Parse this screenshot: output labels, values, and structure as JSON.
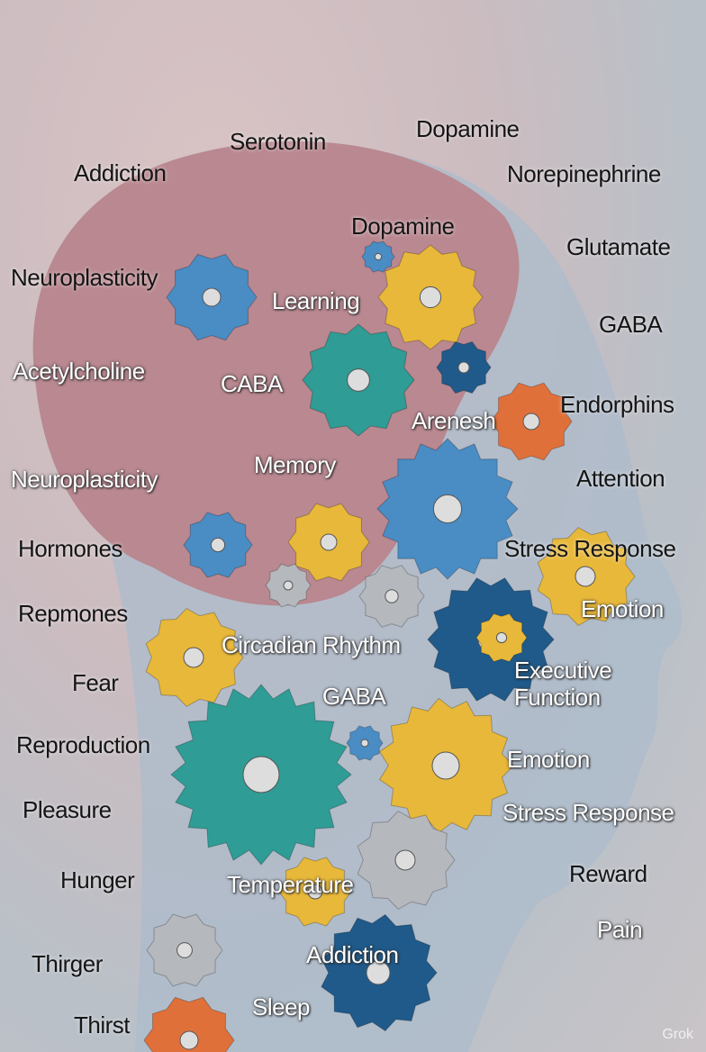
{
  "labels": [
    {
      "text": "Serotonin",
      "tone": "dark"
    },
    {
      "text": "Dopamine",
      "tone": "dark"
    },
    {
      "text": "Addiction",
      "tone": "dark"
    },
    {
      "text": "Norepinephrine",
      "tone": "dark"
    },
    {
      "text": "Dopamine",
      "tone": "dark"
    },
    {
      "text": "Glutamate",
      "tone": "dark"
    },
    {
      "text": "Neuroplasticity",
      "tone": "dark"
    },
    {
      "text": "Learning",
      "tone": "light"
    },
    {
      "text": "GABA",
      "tone": "dark"
    },
    {
      "text": "Acetylcholine",
      "tone": "light"
    },
    {
      "text": "CABA",
      "tone": "light"
    },
    {
      "text": "Endorphins",
      "tone": "dark"
    },
    {
      "text": "Arenesh",
      "tone": "light"
    },
    {
      "text": "Memory",
      "tone": "light"
    },
    {
      "text": "Neuroplasticity",
      "tone": "light"
    },
    {
      "text": "Attention",
      "tone": "dark"
    },
    {
      "text": "Hormones",
      "tone": "dark"
    },
    {
      "text": "Stress Response",
      "tone": "dark"
    },
    {
      "text": "Repmones",
      "tone": "dark"
    },
    {
      "text": "Emotion",
      "tone": "light"
    },
    {
      "text": "Circadian Rhythm",
      "tone": "light"
    },
    {
      "text": "Executive",
      "tone": "light"
    },
    {
      "text": "Function",
      "tone": "light"
    },
    {
      "text": "Fear",
      "tone": "dark"
    },
    {
      "text": "GABA",
      "tone": "light"
    },
    {
      "text": "Reproduction",
      "tone": "dark"
    },
    {
      "text": "Emotion",
      "tone": "light"
    },
    {
      "text": "Pleasure",
      "tone": "dark"
    },
    {
      "text": "Stress Response",
      "tone": "light"
    },
    {
      "text": "Hunger",
      "tone": "dark"
    },
    {
      "text": "Reward",
      "tone": "dark"
    },
    {
      "text": "Temperature",
      "tone": "light"
    },
    {
      "text": "Pain",
      "tone": "light"
    },
    {
      "text": "Addiction",
      "tone": "light"
    },
    {
      "text": "Thirger",
      "tone": "dark"
    },
    {
      "text": "Sleep",
      "tone": "light"
    },
    {
      "text": "Thirst",
      "tone": "dark"
    }
  ],
  "watermark": "Grok",
  "colors": {
    "brain": "#b98890",
    "gear_blue": "#4a8cc4",
    "gear_teal": "#2f9c95",
    "gear_yellow": "#e8b83a",
    "gear_orange": "#e0703a",
    "gear_gray": "#b5b8bd",
    "gear_navy": "#1f5a8a"
  }
}
